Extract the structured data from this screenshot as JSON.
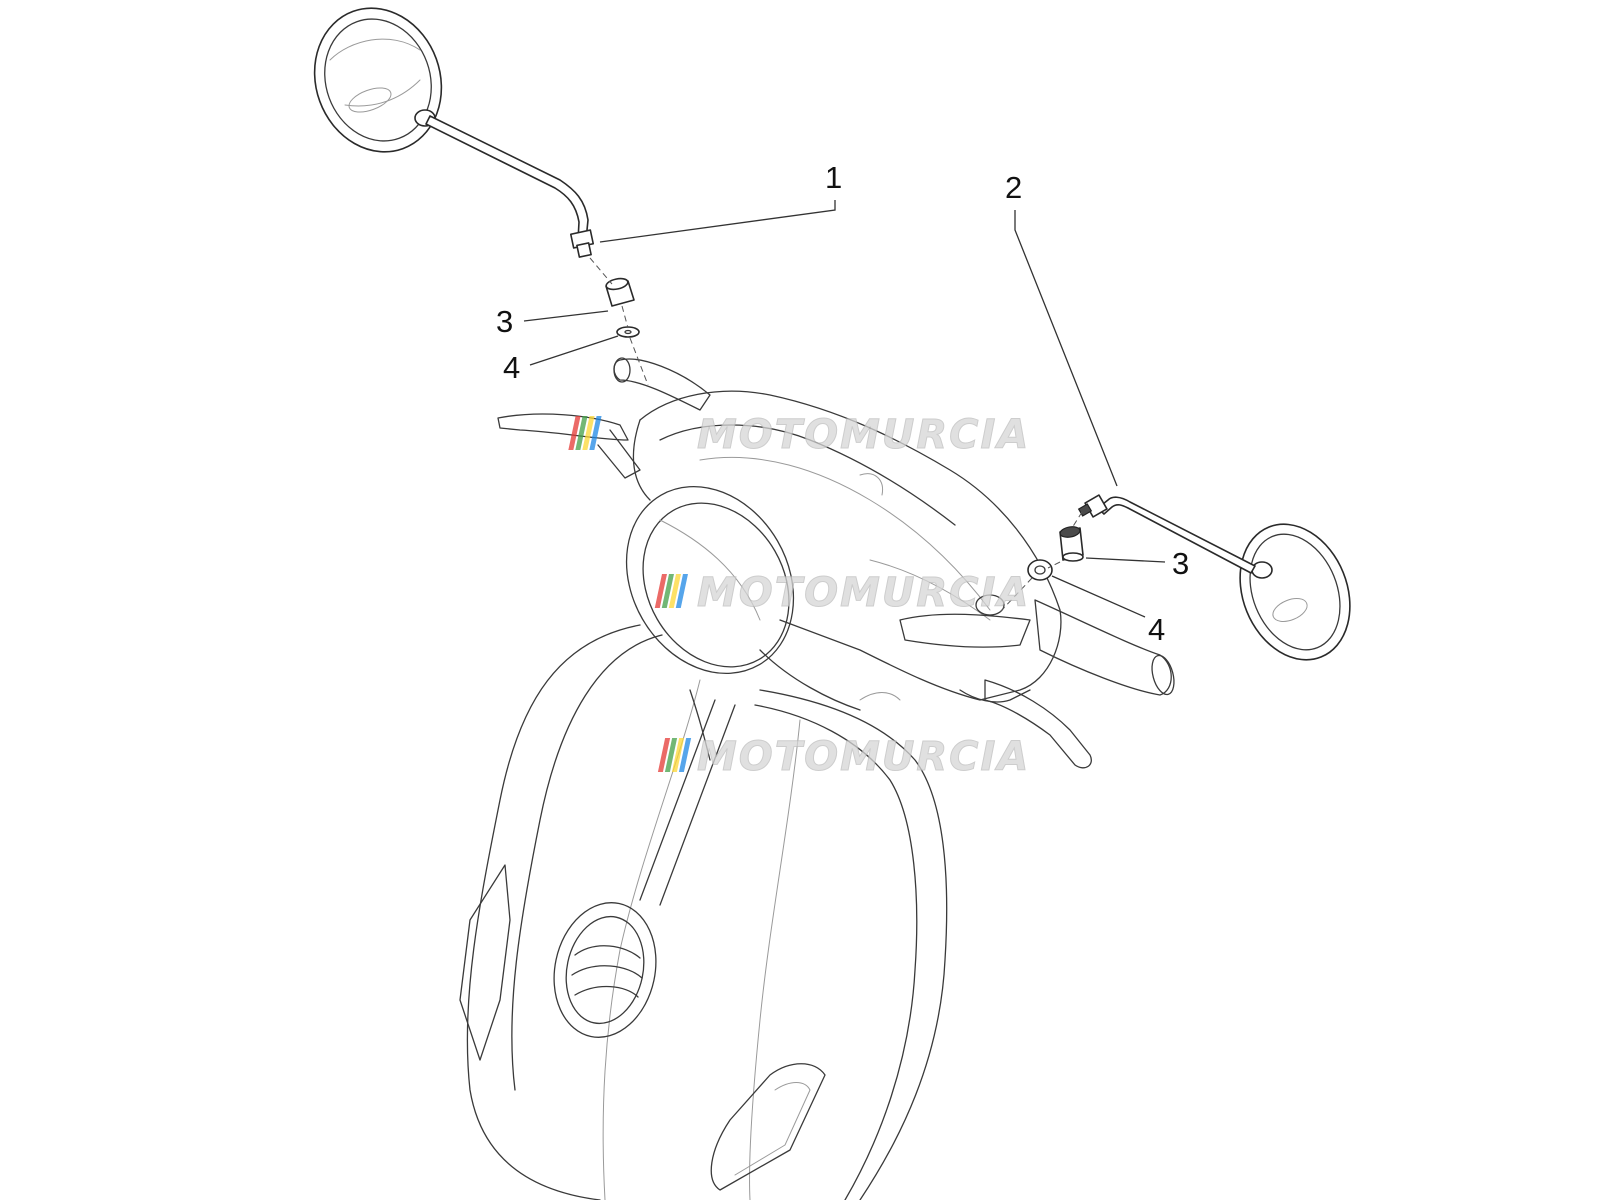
{
  "diagram": {
    "callouts": [
      {
        "id": "c1",
        "label": "1"
      },
      {
        "id": "c2",
        "label": "2"
      },
      {
        "id": "c3-left",
        "label": "3"
      },
      {
        "id": "c4-left",
        "label": "4"
      },
      {
        "id": "c3-right",
        "label": "3"
      },
      {
        "id": "c4-right",
        "label": "4"
      }
    ],
    "watermark": {
      "text": "MOTOMURCIA",
      "stripe_colors": [
        "#e53935",
        "#43a047",
        "#fdd835",
        "#1e88e5"
      ]
    },
    "colors": {
      "line": "#3a3a3a",
      "watermark_text": "#d9d9d9",
      "background": "#ffffff"
    }
  }
}
